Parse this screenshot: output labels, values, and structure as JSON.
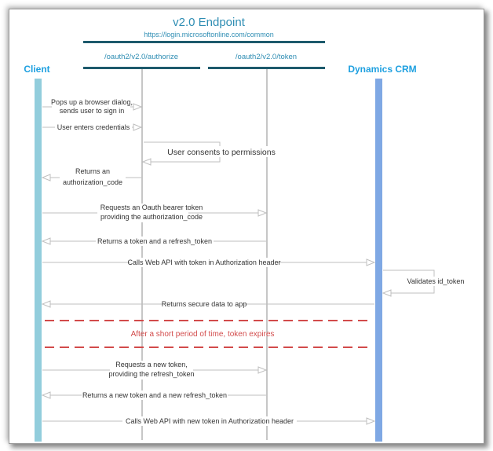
{
  "header": {
    "title": "v2.0 Endpoint",
    "url": "https://login.microsoftonline.com/common",
    "authorize_endpoint": "/oauth2/v2.0/authorize",
    "token_endpoint": "/oauth2/v2.0/token"
  },
  "participants": {
    "client": "Client",
    "crm": "Dynamics CRM"
  },
  "colors": {
    "endpoint_text": "#2e8db3",
    "endpoint_bar": "#1d5a6c",
    "participant_text": "#1ea0e0",
    "client_bar": "#92cddc",
    "crm_bar": "#7fa8e4",
    "message_line": "#bfbfbf",
    "expiry_red": "#d24b4b",
    "text": "#333333"
  },
  "messages": [
    {
      "id": "m1",
      "lines": [
        "Pops up a browser dialog,",
        "sends user to sign in"
      ]
    },
    {
      "id": "m2",
      "lines": [
        "User enters credentials"
      ]
    },
    {
      "id": "m3",
      "lines": [
        "User consents to permissions"
      ]
    },
    {
      "id": "m4",
      "lines": [
        "Returns an",
        "authorization_code"
      ]
    },
    {
      "id": "m5",
      "lines": [
        "Requests an Oauth bearer token",
        "providing the authorization_code"
      ]
    },
    {
      "id": "m6",
      "lines": [
        "Returns a token and a refresh_token"
      ]
    },
    {
      "id": "m7",
      "lines": [
        "Calls Web API with token in Authorization header"
      ]
    },
    {
      "id": "m8",
      "lines": [
        "Validates id_token"
      ]
    },
    {
      "id": "m9",
      "lines": [
        "Returns secure data to app"
      ]
    },
    {
      "id": "m10",
      "lines": [
        "Requests a new token,",
        "providing the refresh_token"
      ]
    },
    {
      "id": "m11",
      "lines": [
        "Returns a new token and a new refresh_token"
      ]
    },
    {
      "id": "m12",
      "lines": [
        "Calls Web API with new token in Authorization header"
      ]
    }
  ],
  "expiry_note": "After a short period of time, token expires"
}
